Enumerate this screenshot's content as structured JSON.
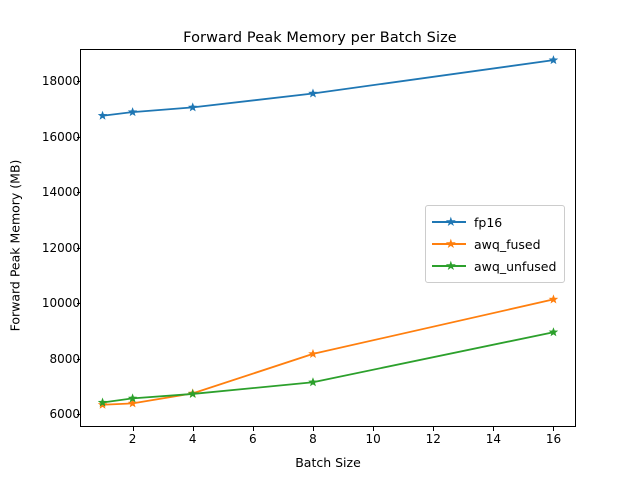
{
  "chart_data": {
    "type": "line",
    "title": "Forward Peak Memory per Batch Size",
    "xlabel": "Batch Size",
    "ylabel": "Forward Peak Memory (MB)",
    "x": [
      1,
      2,
      4,
      8,
      16
    ],
    "xlim": [
      0.25,
      16.75
    ],
    "ylim": [
      5550,
      19150
    ],
    "xticks": [
      2,
      4,
      6,
      8,
      10,
      12,
      14,
      16
    ],
    "xticklabels": [
      "2",
      "4",
      "6",
      "8",
      "10",
      "12",
      "14",
      "16"
    ],
    "yticks": [
      6000,
      8000,
      10000,
      12000,
      14000,
      16000,
      18000
    ],
    "yticklabels": [
      "6000",
      "8000",
      "10000",
      "12000",
      "14000",
      "16000",
      "18000"
    ],
    "grid": false,
    "legend_position": "center right",
    "marker": "star",
    "series": [
      {
        "name": "fp16",
        "color": "#1f77b4",
        "values": [
          16750,
          16880,
          17050,
          17550,
          18750
        ]
      },
      {
        "name": "awq_fused",
        "color": "#ff7f0e",
        "values": [
          6350,
          6400,
          6760,
          8180,
          10140
        ]
      },
      {
        "name": "awq_unfused",
        "color": "#2ca02c",
        "values": [
          6430,
          6580,
          6740,
          7160,
          8960
        ]
      }
    ]
  },
  "legend": {
    "entries": [
      {
        "label": "fp16"
      },
      {
        "label": "awq_fused"
      },
      {
        "label": "awq_unfused"
      }
    ]
  }
}
